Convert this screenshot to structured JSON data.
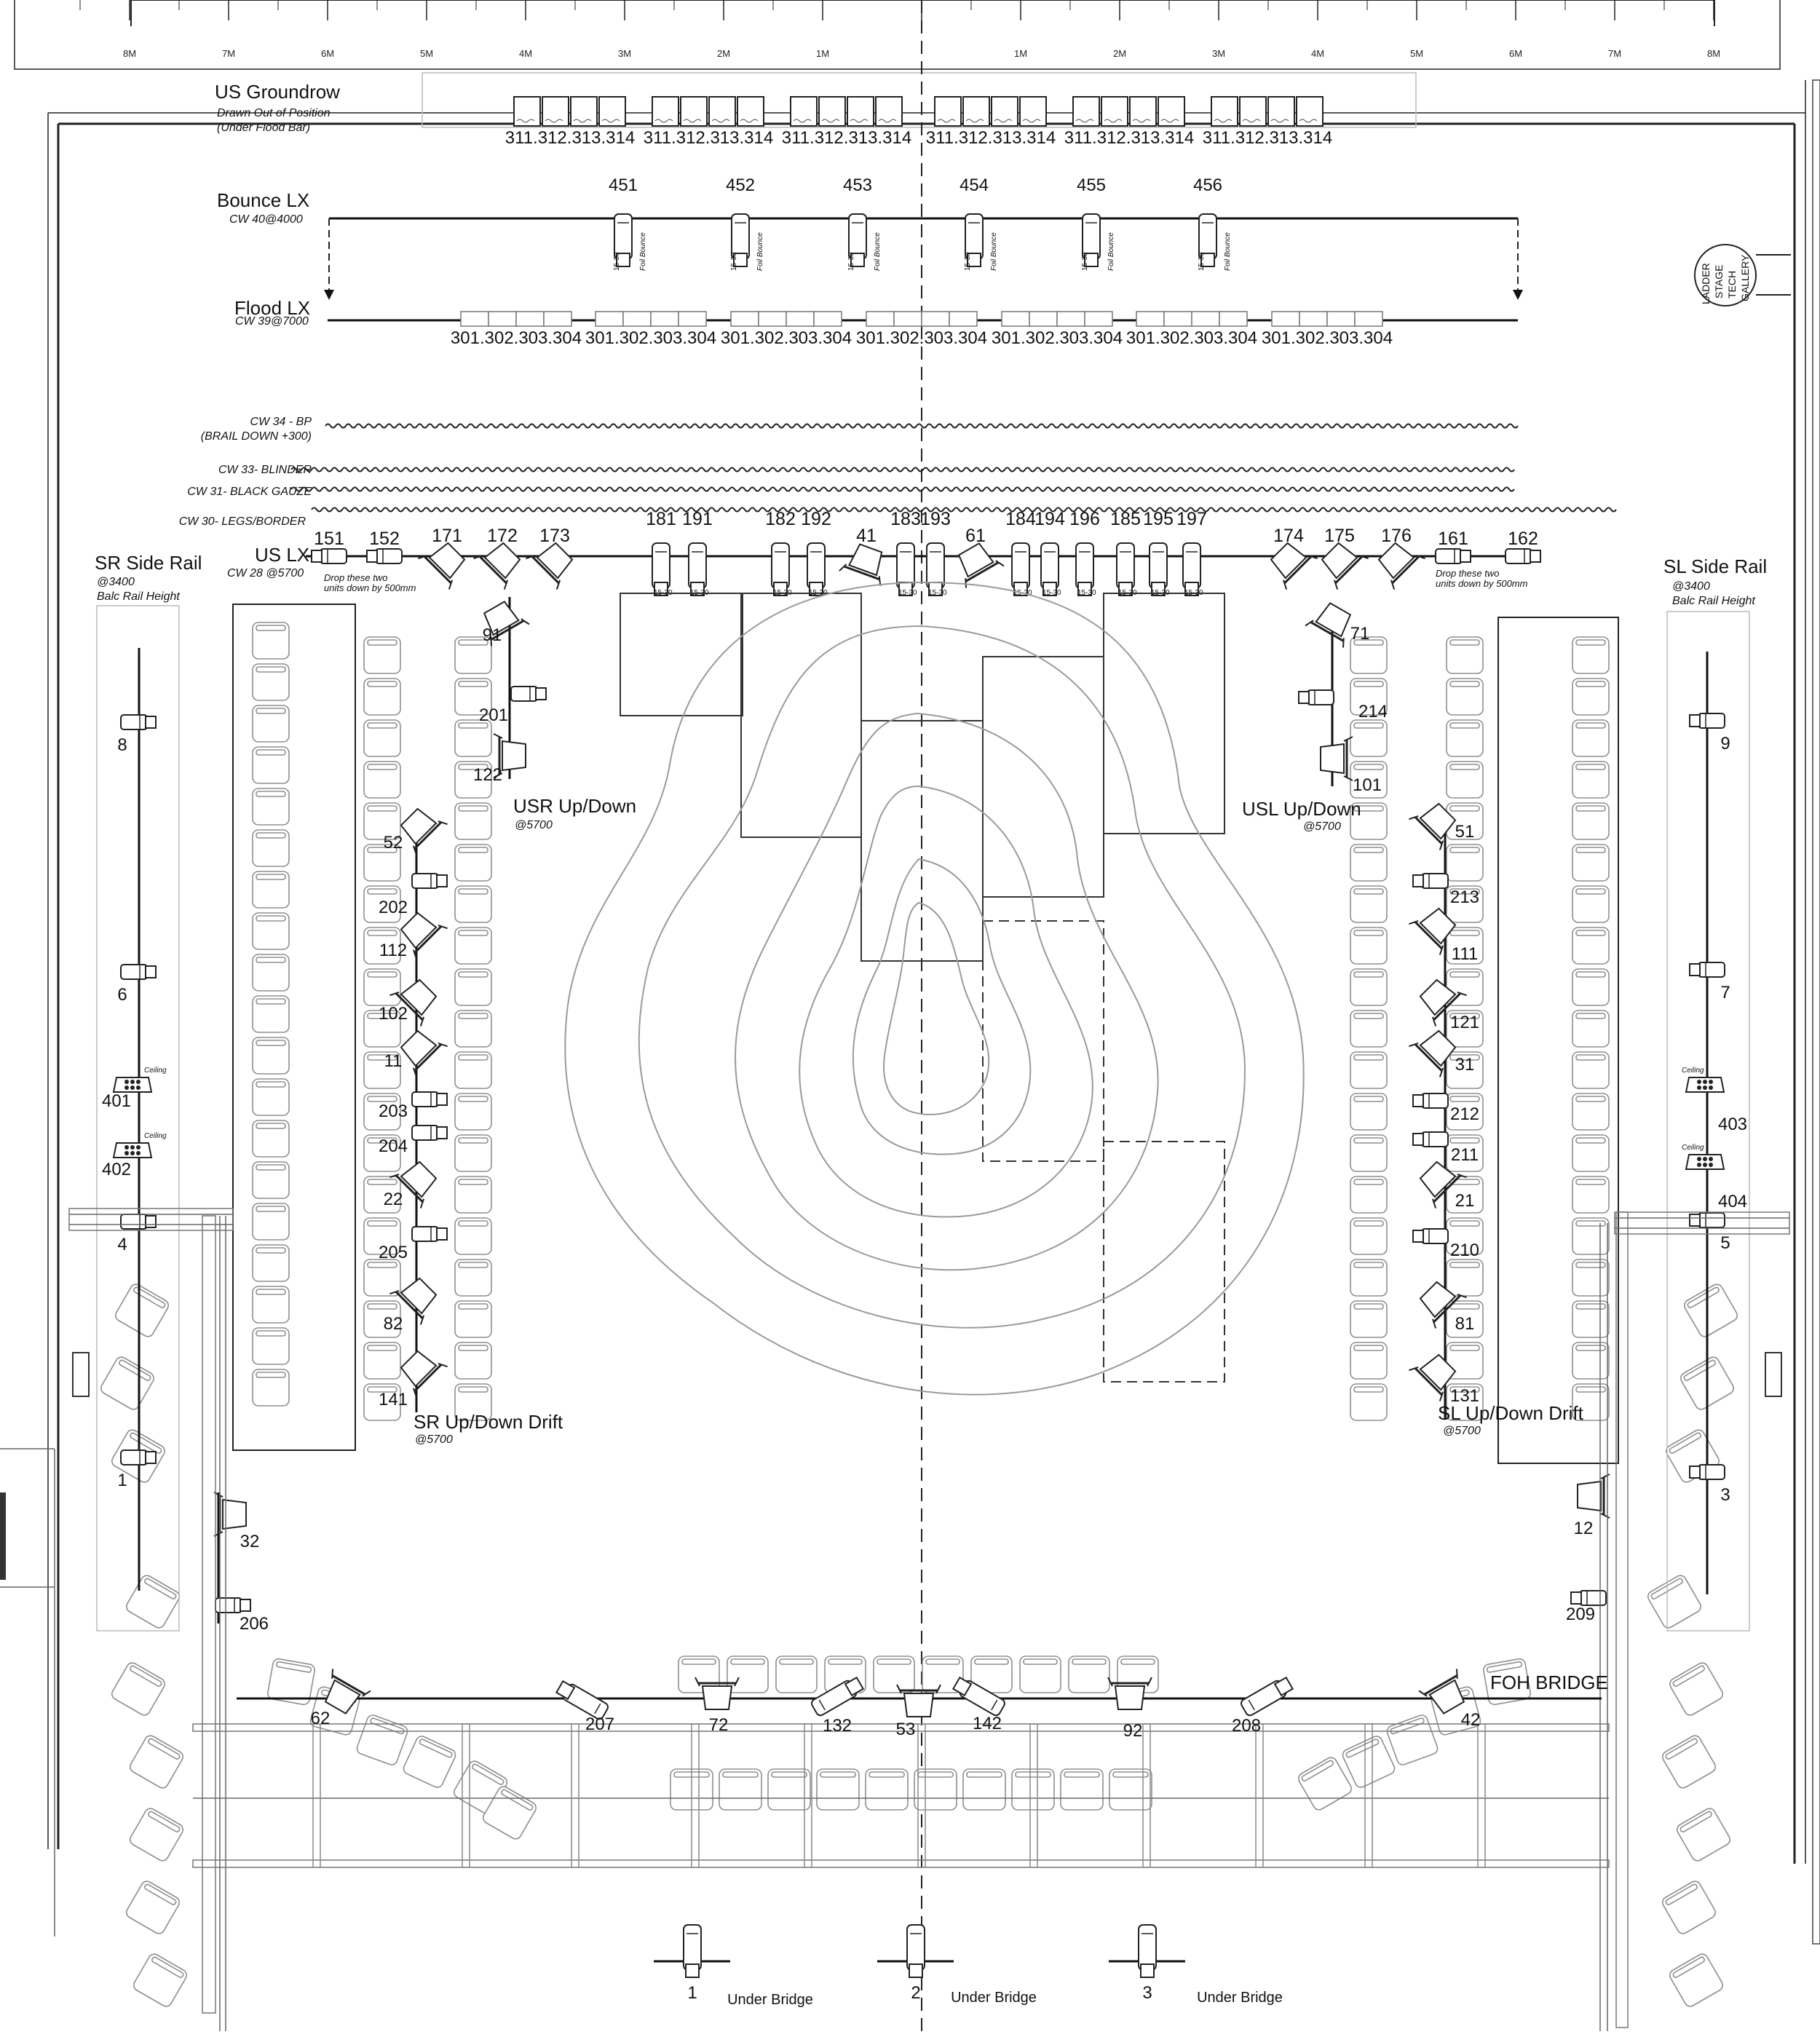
{
  "ruler": {
    "left_marks": [
      "8M",
      "7M",
      "6M",
      "5M",
      "4M",
      "3M",
      "2M",
      "1M"
    ],
    "right_marks": [
      "1M",
      "2M",
      "3M",
      "4M",
      "5M",
      "6M",
      "7M",
      "8M"
    ]
  },
  "groundrow": {
    "title": "US Groundrow",
    "note1": "Drawn Out of Position",
    "note2": "(Under Flood Bar)",
    "groups": [
      "311.312.313.314",
      "311.312.313.314",
      "311.312.313.314",
      "311.312.313.314",
      "311.312.313.314",
      "311.312.313.314"
    ]
  },
  "bounce": {
    "title": "Bounce LX",
    "sub": "CW 40@4000",
    "units": [
      "451",
      "452",
      "453",
      "454",
      "455",
      "456"
    ],
    "tag_lens": "15-30",
    "tag_focus": "Foil Bounce"
  },
  "flood": {
    "title": "Flood LX",
    "sub": "CW 39@7000",
    "groups": [
      "301.302.303.304",
      "301.302.303.304",
      "301.302.303.304",
      "301.302.303.304",
      "301.302.303.304",
      "301.302.303.304",
      "301.302.303.304"
    ]
  },
  "cloths": [
    {
      "label": "CW 34 - BP"
    },
    {
      "label": "(BRAIL DOWN +300)"
    },
    {
      "label": "CW 33- BLINDER"
    },
    {
      "label": "CW 31- BLACK GAUZE"
    },
    {
      "label": "CW 30- LEGS/BORDER"
    }
  ],
  "uslx": {
    "title": "US LX",
    "sub": "CW 28 @5700",
    "drop_note_l1": "Drop these two",
    "drop_note_l2": "units down by 500mm",
    "units": [
      "151",
      "152",
      "171",
      "172",
      "173",
      "181",
      "191",
      "182",
      "192",
      "41",
      "183",
      "193",
      "61",
      "184",
      "194",
      "196",
      "185",
      "195",
      "197",
      "174",
      "175",
      "176",
      "161",
      "162"
    ]
  },
  "side_rails": {
    "sr_title": "SR Side Rail",
    "sr_sub1": "@3400",
    "sr_sub2": "Balc Rail Height",
    "sl_title": "SL Side Rail",
    "sl_sub1": "@3400",
    "sl_sub2": "Balc Rail Height",
    "sr_units": [
      "8",
      "6",
      "401",
      "402",
      "4",
      "1"
    ],
    "sl_units": [
      "9",
      "7",
      "403",
      "404",
      "5",
      "3"
    ],
    "ceiling": "Ceiling"
  },
  "usr": {
    "title": "USR Up/Down",
    "sub": "@5700",
    "units": [
      "91",
      "201",
      "122"
    ]
  },
  "usl": {
    "title": "USL Up/Down",
    "sub": "@5700",
    "units": [
      "71",
      "214",
      "101"
    ]
  },
  "sr_drift": {
    "title": "SR Up/Down Drift",
    "sub": "@5700",
    "units": [
      "52",
      "202",
      "112",
      "102",
      "11",
      "203",
      "204",
      "22",
      "205",
      "82",
      "141"
    ]
  },
  "sl_drift": {
    "title": "SL Up/Down Drift",
    "sub": "@5700",
    "units": [
      "51",
      "213",
      "111",
      "121",
      "31",
      "212",
      "211",
      "21",
      "210",
      "81",
      "131"
    ]
  },
  "booms": {
    "left": [
      "32",
      "206"
    ],
    "right": [
      "12",
      "209"
    ]
  },
  "foh": {
    "title": "FOH BRIDGE",
    "units": [
      "62",
      "207",
      "72",
      "132",
      "53",
      "142",
      "92",
      "208",
      "42"
    ]
  },
  "under_bridge": {
    "units": [
      "1",
      "2",
      "3"
    ],
    "label": "Under Bridge"
  },
  "ladder": {
    "l1": "LADDER",
    "l2": "STAGE",
    "l3": "TECH",
    "l4": "GALLERY"
  }
}
